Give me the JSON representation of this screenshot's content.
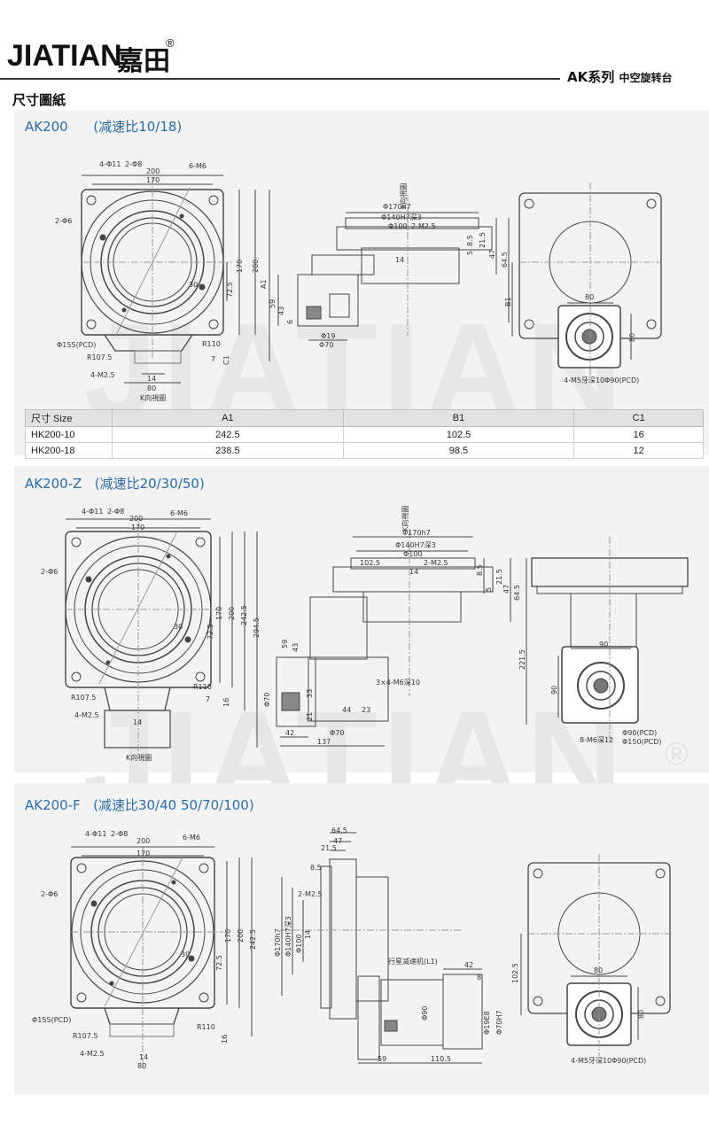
{
  "header": {
    "brand_en": "JIATIAN",
    "brand_cn": "嘉田",
    "registered": "®",
    "series_code": "AK系列",
    "series_name": "中空旋转台"
  },
  "section_title": "尺寸圖紙",
  "watermark": {
    "text": "JIATIAN",
    "registered": "®"
  },
  "models": [
    {
      "name": "AK200",
      "ratio": "(减速比10/18)",
      "labels": {
        "holes1": "4-Φ11",
        "holes2": "2-Φ8",
        "holes3": "6-M6",
        "holes4": "2-Φ6",
        "w200": "200",
        "w170": "170",
        "h170": "170",
        "h200": "200",
        "a1": "A1",
        "d725": "72.5",
        "r30": "30",
        "pcd": "Φ155(PCD)",
        "r1075": "R107.5",
        "r110": "R110",
        "m25": "4-M2.5",
        "d14": "14",
        "d80": "80",
        "d7": "7",
        "c1": "C1",
        "kview": "K向視圖",
        "kview2": "K向視圖",
        "phi170": "Φ170h7",
        "phi140": "Φ140H7深3",
        "phi100": "Φ100",
        "m25b": "2-M2.5",
        "d14b": "14",
        "d85": "8.5",
        "d215": "21.5",
        "d47": "47",
        "d645": "64.5",
        "d5": "5",
        "d59": "59",
        "d43": "43",
        "d6": "6",
        "phi19": "Φ19",
        "phi70": "Φ70",
        "b1": "B1",
        "d80r": "80",
        "d80v": "80",
        "m5": "4-M5牙深10",
        "pcd90": "Φ90(PCD)"
      }
    },
    {
      "name": "AK200-Z",
      "ratio": "(减速比20/30/50)",
      "labels": {
        "holes1": "4-Φ11",
        "holes2": "2-Φ8",
        "holes3": "6-M6",
        "holes4": "2-Φ6",
        "w200": "200",
        "w170": "170",
        "h170": "170",
        "h200": "200",
        "h2425": "242.5",
        "h2945": "294.5",
        "d725": "72.5",
        "r30": "30",
        "r1075": "R107.5",
        "r110": "R110",
        "m25": "4-M2.5",
        "d14": "14",
        "d7": "7",
        "d16": "16",
        "kview": "K向視圖",
        "kview2": "K向視圖",
        "phi170": "Φ170h7",
        "phi140": "Φ140H7深3",
        "phi100": "Φ100",
        "d1025": "102.5",
        "m25b": "2-M2.5",
        "d14b": "14",
        "d85": "8.5",
        "d215": "21.5",
        "d47": "47",
        "d645": "64.5",
        "d5": "5",
        "d59": "59",
        "d43": "43",
        "phi70": "Φ70",
        "d33": "33",
        "d21": "21",
        "d42": "42",
        "d137": "137",
        "d44": "44",
        "d23": "23",
        "m6": "3×4-M6深10",
        "phi70b": "Φ70",
        "d2215": "221.5",
        "d90": "90",
        "d90v": "90",
        "m6b": "8-M6深12",
        "pcd90": "Φ90(PCD)",
        "pcd150": "Φ150(PCD)"
      }
    },
    {
      "name": "AK200-F",
      "ratio": "(减速比30/40 50/70/100)",
      "labels": {
        "holes1": "4-Φ11",
        "holes2": "2-Φ8",
        "holes3": "6-M6",
        "holes4": "2-Φ6",
        "w200": "200",
        "w170": "170",
        "h170": "170",
        "h200": "200",
        "h2425": "242.5",
        "d725": "72.5",
        "r30": "30",
        "pcd": "Φ155(PCD)",
        "r1075": "R107.5",
        "r110": "R110",
        "m25": "4-M2.5",
        "d14": "14",
        "d80": "80",
        "d16": "16",
        "d645": "64.5",
        "d47": "47",
        "d215": "21.5",
        "d85": "8.5",
        "m25b": "2-M2.5",
        "phi170": "Φ170h7",
        "phi140": "Φ140H7深3",
        "phi100": "Φ100",
        "d14b": "14",
        "gear": "行星减速机(L1)",
        "d42": "42",
        "d8": "8",
        "phi90": "Φ90",
        "phi19": "Φ19E8",
        "phi70": "Φ70H7",
        "d59": "59",
        "d1105": "110.5",
        "d1025": "102.5",
        "d80r": "80",
        "d80v": "80",
        "m5": "4-M5牙深10",
        "pcd90": "Φ90(PCD)"
      }
    }
  ],
  "size_table": {
    "columns": [
      "尺寸 Size",
      "A1",
      "B1",
      "C1"
    ],
    "rows": [
      [
        "HK200-10",
        "242.5",
        "102.5",
        "16"
      ],
      [
        "HK200-18",
        "238.5",
        "98.5",
        "12"
      ]
    ]
  }
}
